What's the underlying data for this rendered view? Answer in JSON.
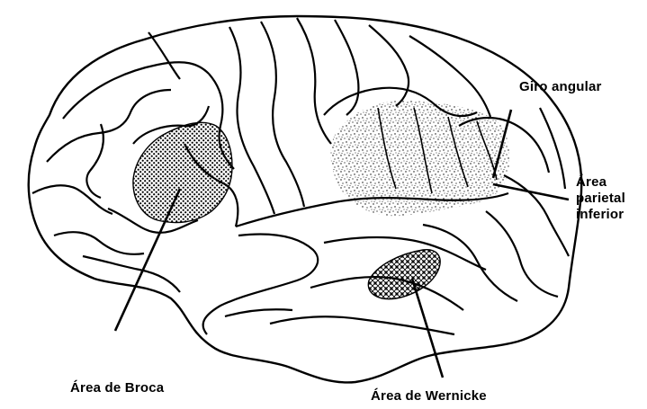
{
  "figure": {
    "labels": {
      "giro_angular": "Giro angular",
      "area_parietal": [
        "Área",
        "parietal",
        "inferior"
      ],
      "area_broca": "Área de Broca",
      "area_wernicke": "Área de Wernicke"
    },
    "colors": {
      "stroke": "#000000",
      "fill": "#ffffff",
      "stipple": "#000000"
    }
  }
}
